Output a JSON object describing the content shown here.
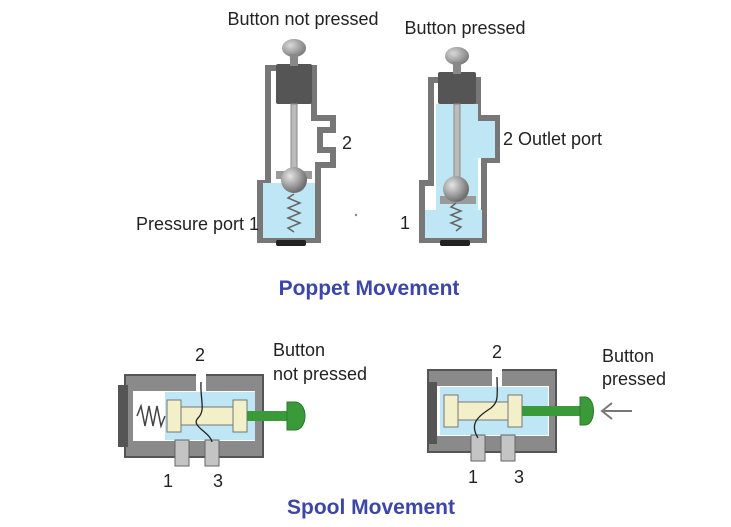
{
  "poppet": {
    "heading": "Poppet Movement",
    "left": {
      "caption": "Button not pressed",
      "port_pressure": "Pressure port 1",
      "port_outlet": "2"
    },
    "right": {
      "caption": "Button pressed",
      "port_pressure": "1",
      "port_outlet": "2  Outlet port"
    }
  },
  "spool": {
    "heading": "Spool Movement",
    "left": {
      "caption_line1": "Button",
      "caption_line2": "not pressed",
      "port_top": "2",
      "port_1": "1",
      "port_3": "3"
    },
    "right": {
      "caption_line1": "Button",
      "caption_line2": "pressed",
      "port_top": "2",
      "port_1": "1",
      "port_3": "3"
    }
  },
  "colors": {
    "heading": "#3b46a8",
    "fluid": "#bfe6f5",
    "body": "#7a7a7a",
    "spool": "#f3efc9",
    "stem": "#3a9a3a",
    "knob": "#8a8a8a",
    "cap": "#555555"
  }
}
